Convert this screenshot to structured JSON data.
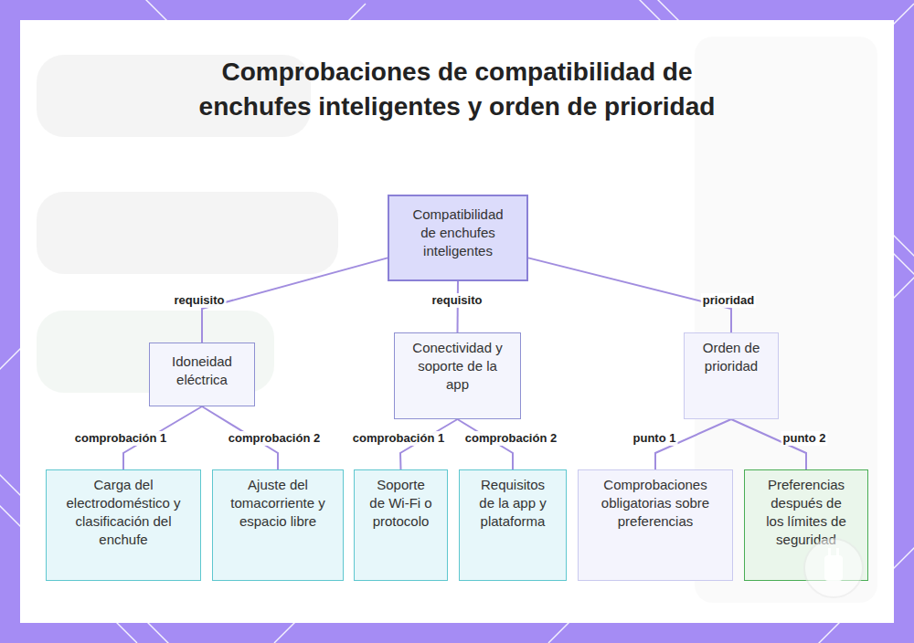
{
  "diagram": {
    "title": "Comprobaciones de compatibilidad de enchufes inteligentes y orden de prioridad",
    "nodes": [
      {
        "text": [
          "Compatibilidad de enchufes inteligentes"
        ]
      },
      {
        "text": [
          "Idoneidad eléctrica"
        ]
      },
      {
        "text": [
          "Conectividad y soporte de la app"
        ]
      },
      {
        "text": [
          "Orden de prioridad"
        ]
      },
      {
        "text": [
          "Carga del electrodoméstico y clasificación del enchufe"
        ]
      },
      {
        "text": [
          "Ajuste del tomacorriente y espacio libre"
        ]
      },
      {
        "text": [
          "Soporte de Wi-Fi o protocolo"
        ]
      },
      {
        "text": [
          "Requisitos de la app y plataforma"
        ]
      },
      {
        "text": [
          "Comprobaciones obligatorias sobre preferencias"
        ]
      },
      {
        "text": [
          "Preferencias después de los límites de seguridad"
        ]
      }
    ],
    "edges": [
      {
        "from": 0,
        "to": 1,
        "label": "requisito",
        "arrow": "none"
      },
      {
        "from": 0,
        "to": 2,
        "label": "requisito",
        "arrow": "none"
      },
      {
        "from": 0,
        "to": 3,
        "label": "prioridad",
        "arrow": "none"
      },
      {
        "from": 1,
        "to": 4,
        "label": "comprobación 1",
        "arrow": "none"
      },
      {
        "from": 1,
        "to": 5,
        "label": "comprobación 2",
        "arrow": "none"
      },
      {
        "from": 2,
        "to": 6,
        "label": "comprobación 1",
        "arrow": "none"
      },
      {
        "from": 2,
        "to": 7,
        "label": "comprobación 2",
        "arrow": "none"
      },
      {
        "from": 3,
        "to": 8,
        "label": "punto 1",
        "arrow": "none"
      },
      {
        "from": 3,
        "to": 9,
        "label": "punto 2",
        "arrow": "none"
      }
    ]
  }
}
